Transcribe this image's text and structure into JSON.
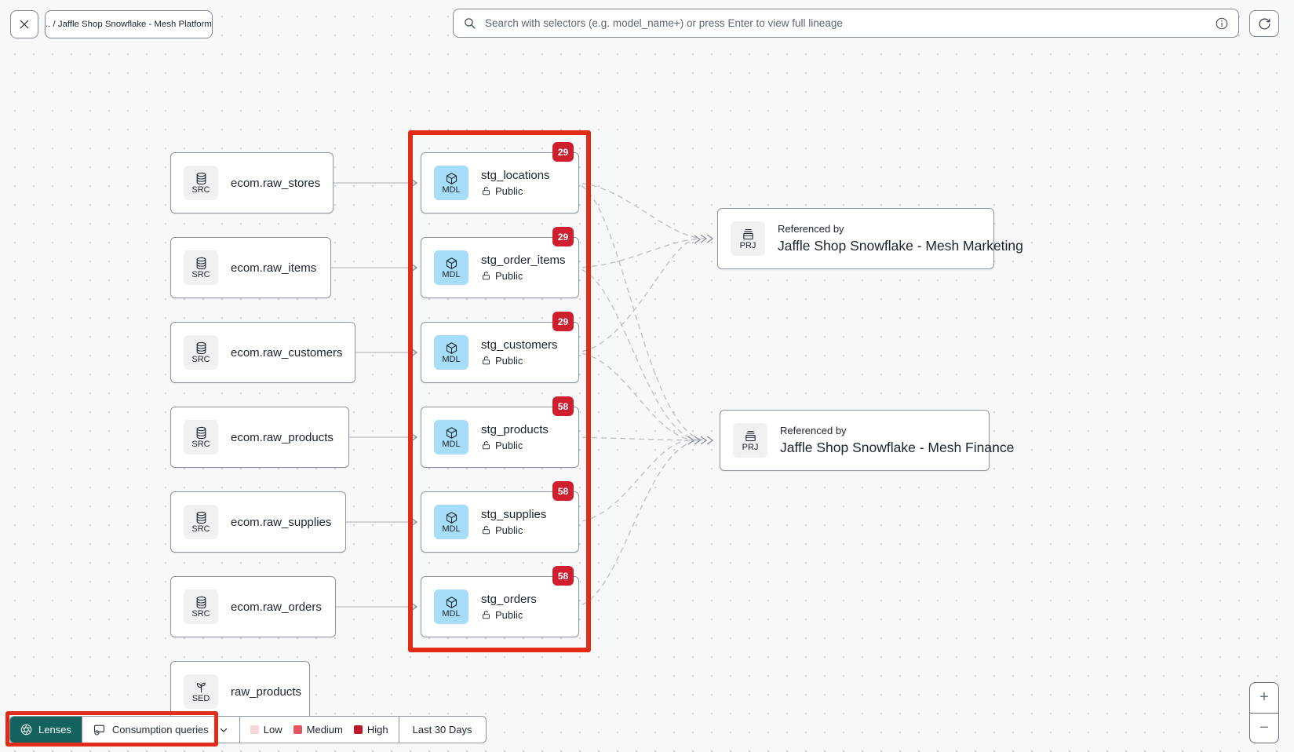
{
  "topbar": {
    "breadcrumb": ".. / Jaffle Shop Snowflake - Mesh Platform",
    "search_placeholder": "Search with selectors (e.g. model_name+) or press Enter to view full lineage"
  },
  "canvas": {
    "source_nodes": [
      {
        "type": "SRC",
        "label": "ecom.raw_stores"
      },
      {
        "type": "SRC",
        "label": "ecom.raw_items"
      },
      {
        "type": "SRC",
        "label": "ecom.raw_customers"
      },
      {
        "type": "SRC",
        "label": "ecom.raw_products"
      },
      {
        "type": "SRC",
        "label": "ecom.raw_supplies"
      },
      {
        "type": "SRC",
        "label": "ecom.raw_orders"
      },
      {
        "type": "SED",
        "label": "raw_products"
      }
    ],
    "model_nodes": [
      {
        "type": "MDL",
        "label": "stg_locations",
        "access": "Public",
        "badge": "29"
      },
      {
        "type": "MDL",
        "label": "stg_order_items",
        "access": "Public",
        "badge": "29"
      },
      {
        "type": "MDL",
        "label": "stg_customers",
        "access": "Public",
        "badge": "29"
      },
      {
        "type": "MDL",
        "label": "stg_products",
        "access": "Public",
        "badge": "58"
      },
      {
        "type": "MDL",
        "label": "stg_supplies",
        "access": "Public",
        "badge": "58"
      },
      {
        "type": "MDL",
        "label": "stg_orders",
        "access": "Public",
        "badge": "58"
      }
    ],
    "project_nodes": [
      {
        "type": "PRJ",
        "kicker": "Referenced by",
        "label": "Jaffle Shop Snowflake - Mesh Marketing"
      },
      {
        "type": "PRJ",
        "kicker": "Referenced by",
        "label": "Jaffle Shop Snowflake - Mesh Finance"
      }
    ]
  },
  "lenses_bar": {
    "lenses_label": "Lenses",
    "selected_lens": "Consumption queries",
    "legend": [
      {
        "label": "Low",
        "color": "#f6d6d8"
      },
      {
        "label": "Medium",
        "color": "#e4555f"
      },
      {
        "label": "High",
        "color": "#bd1828"
      }
    ],
    "time_range": "Last 30 Days"
  },
  "zoom_controls": {
    "zoom_in": "+",
    "zoom_out": "−"
  },
  "icons": {
    "close": "x-icon",
    "search": "search-icon",
    "info": "info-icon",
    "refresh": "refresh-icon",
    "source": "database-icon",
    "model": "cube-icon",
    "seed": "seedling-icon",
    "project": "archive-box-icon",
    "access_public": "unlock-icon",
    "lenses": "aperture-icon",
    "lens_selector": "query-window-icon",
    "dropdown": "chevron-down-icon"
  },
  "colors": {
    "accent_teal": "#13625d",
    "highlight_red": "#e22c18",
    "badge_red": "#cf1f2f",
    "model_chip_blue": "#a7ddf8",
    "edge_gray": "#b9bfc6"
  }
}
